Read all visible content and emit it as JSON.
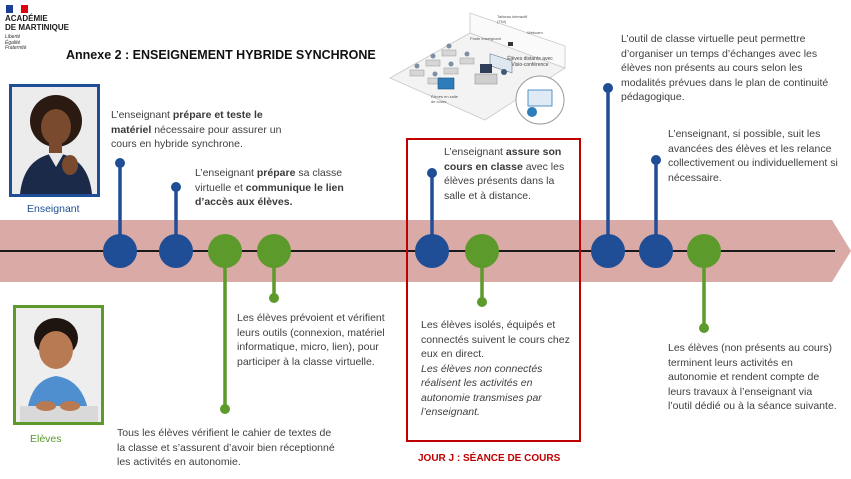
{
  "logo": {
    "academie_line1": "ACADÉMIE",
    "academie_line2": "DE MARTINIQUE",
    "devise": [
      "Liberté",
      "Égalité",
      "Fraternité"
    ]
  },
  "title": "Annexe 2 : ENSEIGNEMENT HYBRIDE SYNCHRONE",
  "roles": {
    "teacher": "Enseignant",
    "students": "Elèves"
  },
  "classroom_illustration": {
    "label_remote": "Élèves distants avec Visio-conférence",
    "label_board": "Tableau interactif (TNI)",
    "label_present": "Élèves en salle de cours",
    "label_webcam": "Webcam",
    "label_teacher": "Poste enseignant"
  },
  "teacher_steps": {
    "t1": {
      "p1": "L’enseignant ",
      "b1": "prépare et teste le matériel",
      "p2": " nécessaire pour assurer un cours en hybride synchrone."
    },
    "t2": {
      "p1": "L’enseignant ",
      "b1": "prépare",
      "p2": " sa classe virtuelle et ",
      "b2": "communique le lien d’accès aux élèves."
    },
    "t3": {
      "p1": "L’enseignant ",
      "b1": "assure son cours en classe",
      "p2": " avec les élèves présents dans la salle et à distance."
    },
    "t4": "L’outil de classe virtuelle peut permettre d’organiser un temps d’échanges avec les élèves non présents au cours selon les modalités prévues dans le plan de continuité pédagogique.",
    "t5": "L’enseignant, si possible, suit les avancées des élèves et les relance collectivement ou individuellement si nécessaire."
  },
  "student_steps": {
    "s1": "Tous les élèves vérifient le cahier de textes de la classe et s’assurent d’avoir bien réceptionné les activités en autonomie.",
    "s2": "Les élèves prévoient et vérifient leurs outils (connexion, matériel informatique, micro, lien), pour participer à la classe virtuelle.",
    "s3_normal": "Les élèves isolés, équipés et connectés suivent le cours chez eux en direct.",
    "s3_italic": "Les élèves non connectés réalisent les activités  en autonomie transmises par l’enseignant.",
    "s4": "Les élèves (non présents au cours) terminent leurs activités en autonomie et rendent compte de leurs travaux à l’enseignant via l’outil dédié ou à la séance suivante."
  },
  "day_label": "JOUR J : SÉANCE DE COURS",
  "colors": {
    "teacher_blue": "#1f4e96",
    "student_green": "#5b9a2b",
    "arrow_band": "#d9aaa6",
    "day_frame": "#c00000",
    "flag_blue": "#1b3f94",
    "flag_red": "#e1000f"
  }
}
